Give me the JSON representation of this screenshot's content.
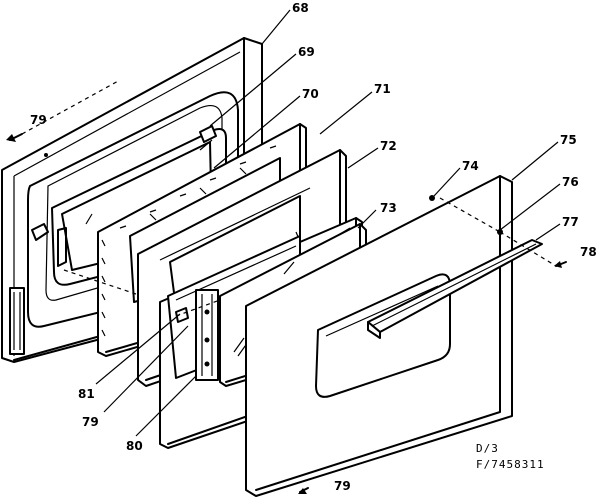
{
  "callouts": {
    "c68": "68",
    "c69": "69",
    "c70": "70",
    "c71": "71",
    "c72": "72",
    "c73": "73",
    "c74": "74",
    "c75": "75",
    "c76": "76",
    "c77": "77",
    "c78": "78",
    "c79a": "79",
    "c79b": "79",
    "c79c": "79",
    "c80": "80",
    "c81": "81"
  },
  "drawing_code": {
    "line1": "D/3",
    "line2": "F/7458311"
  }
}
